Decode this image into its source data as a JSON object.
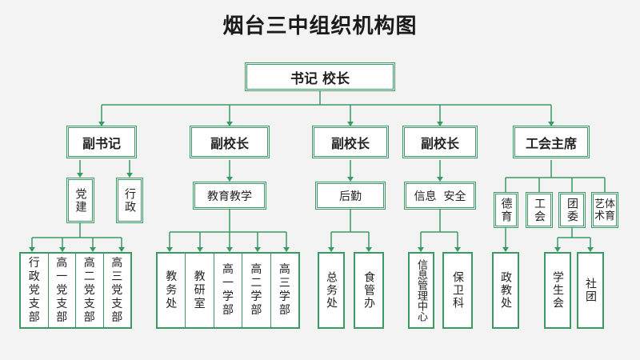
{
  "title": "烟台三中组织机构图",
  "root": "书记 校长",
  "deputies": [
    "副书记",
    "副校长",
    "副校长",
    "副校长",
    "工会主席"
  ],
  "branch1": {
    "items": [
      "党建",
      "行政"
    ],
    "children": [
      "行政党支部",
      "高一党支部",
      "高二党支部",
      "高三党支部"
    ]
  },
  "branch2": {
    "label": "教育教学",
    "children": [
      "教务处",
      "教研室",
      "高一学部",
      "高二学部",
      "高三学部"
    ]
  },
  "branch3": {
    "label": "后勤",
    "children": [
      "总务处",
      "食管办"
    ]
  },
  "branch4": {
    "label": "信息  安全",
    "children": [
      "信息管理中心",
      "保卫科"
    ]
  },
  "branch5": {
    "items": [
      "德育",
      "工会",
      "团委",
      "艺体术育"
    ],
    "children": [
      "政教处",
      "学生会",
      "社团"
    ]
  },
  "colors": {
    "accent": "#3a9a64",
    "background": "#f3f3f3"
  }
}
